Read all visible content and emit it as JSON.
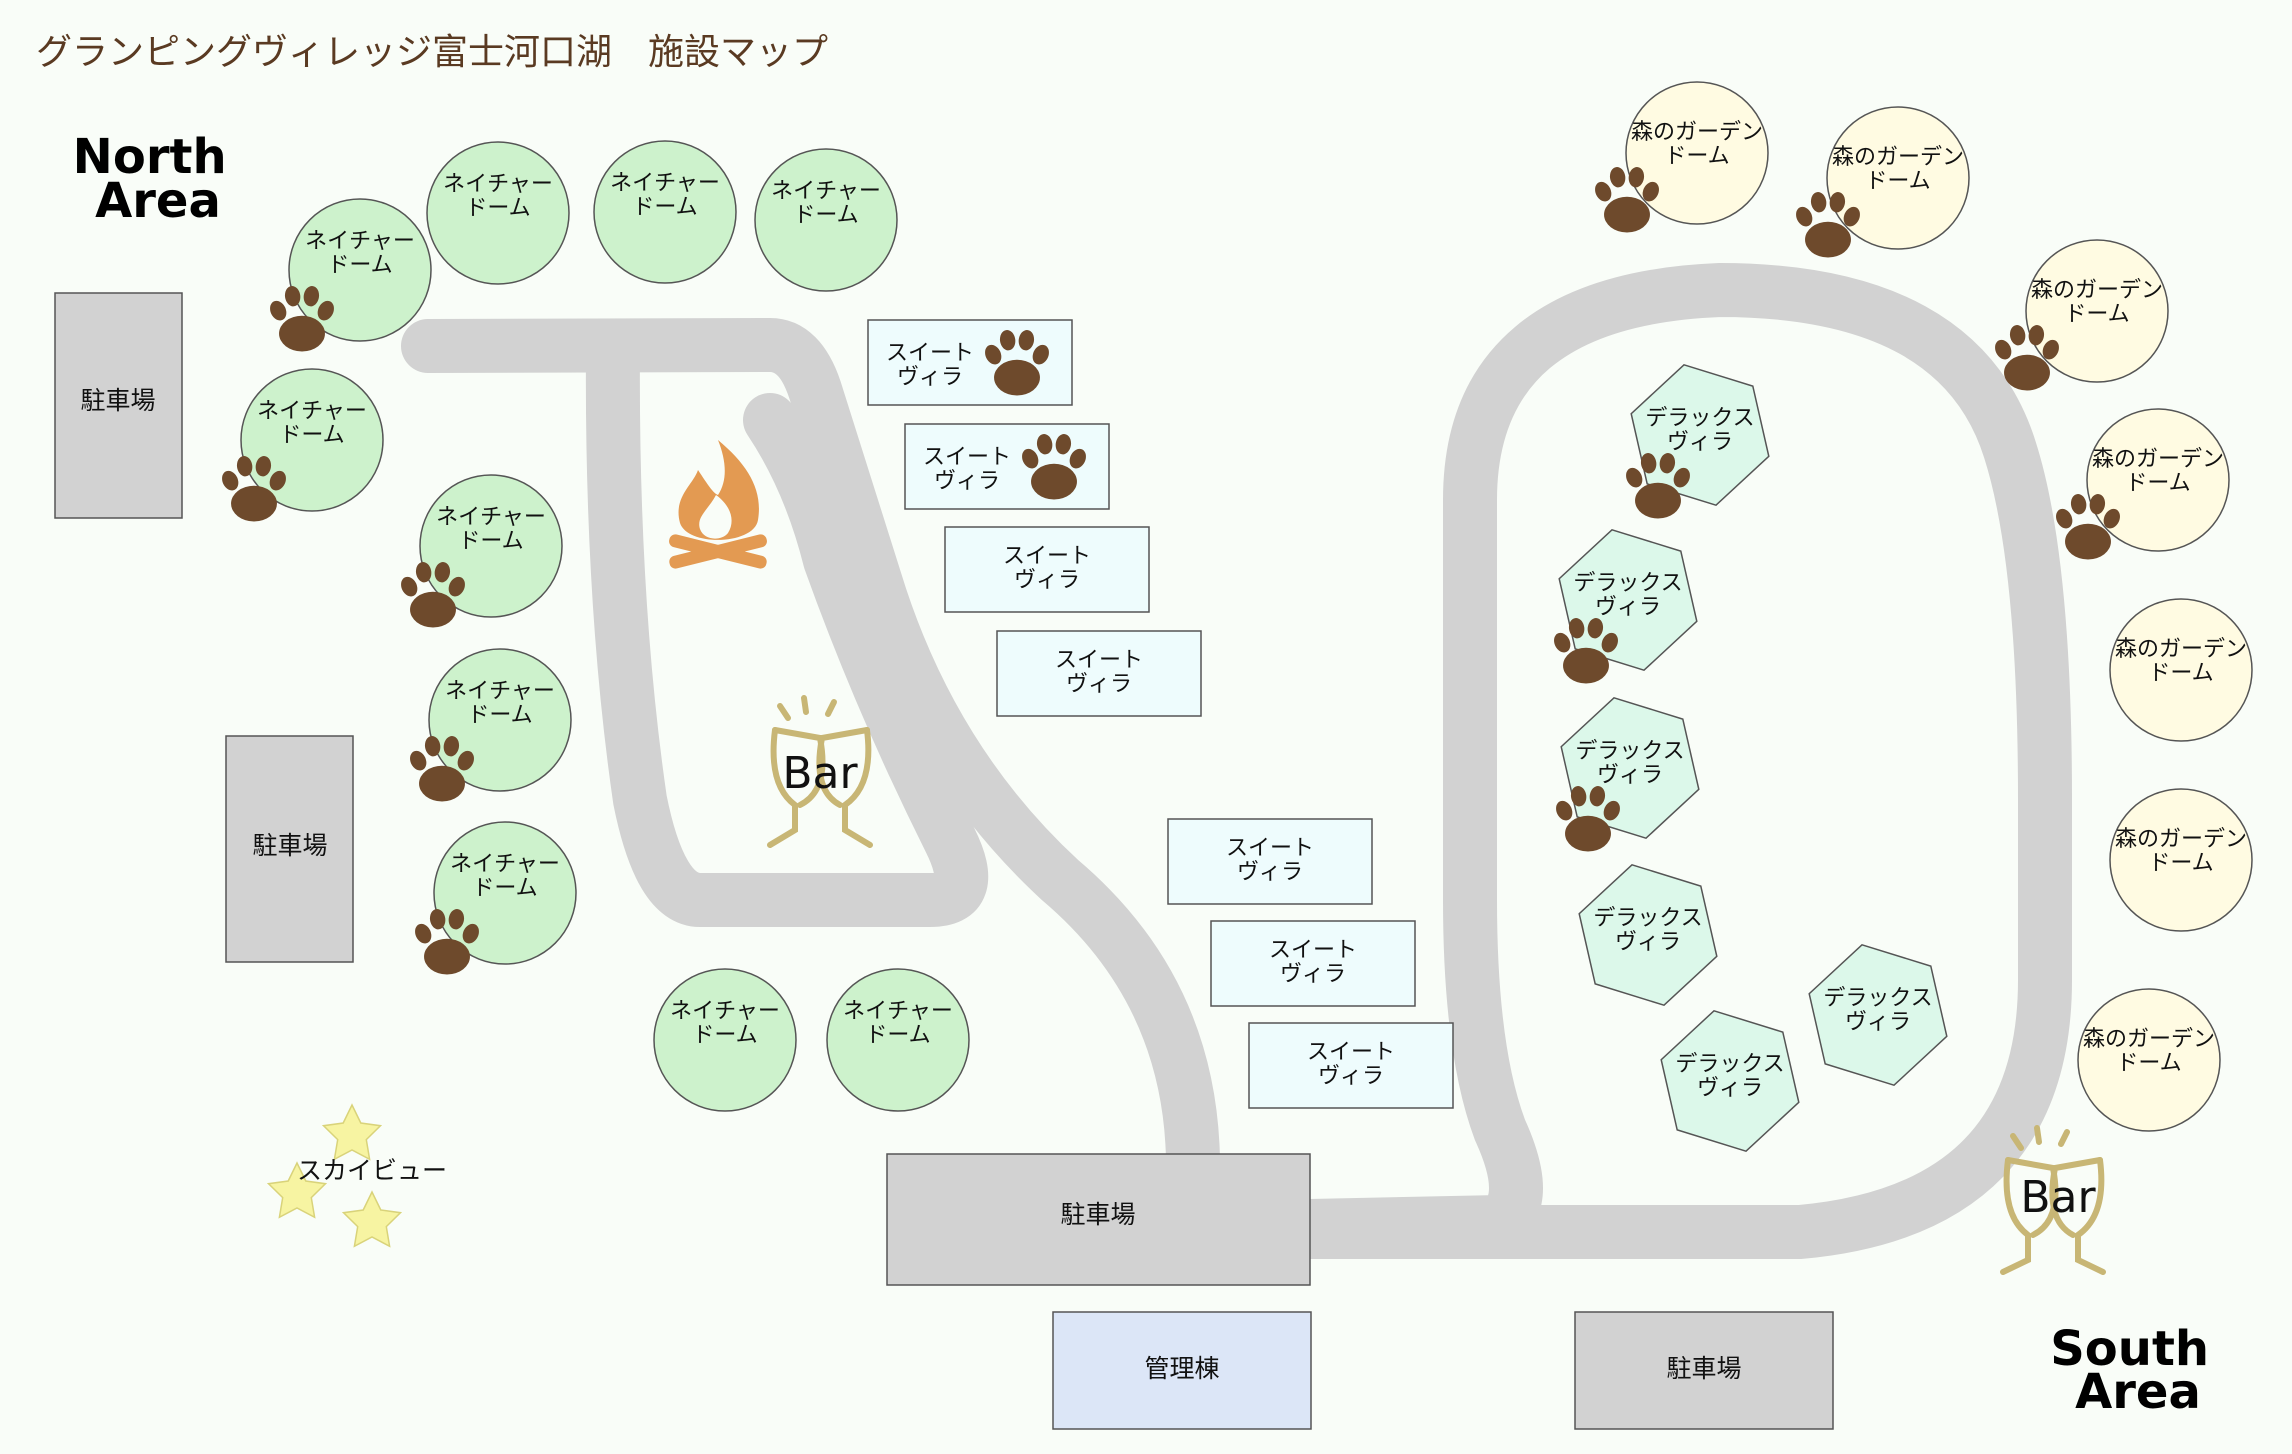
{
  "title": "グランピングヴィレッジ富士河口湖　施設マップ",
  "areas": {
    "north": [
      "North",
      "Area"
    ],
    "south": [
      "South",
      "Area"
    ]
  },
  "parking": [
    "駐車場",
    "駐車場",
    "駐車場",
    "駐車場"
  ],
  "admin": "管理棟",
  "sky_view": "スカイビュー",
  "bar": [
    "Bar",
    "Bar"
  ],
  "nature_dome": [
    "ネイチャー",
    "ドーム"
  ],
  "suite_villa": [
    "スイート",
    "ヴィラ"
  ],
  "deluxe_villa": [
    "デラックス",
    "ヴィラ"
  ],
  "garden_dome": [
    "森のガーデン",
    "ドーム"
  ],
  "pet_friendly": {
    "nature_dome": [
      true,
      true,
      false,
      false,
      false,
      true,
      true,
      true,
      false,
      false
    ],
    "suite_villa": [
      true,
      true,
      false,
      false,
      false,
      false,
      false
    ],
    "deluxe_villa": [
      true,
      true,
      true,
      false,
      false,
      false
    ],
    "garden_dome": [
      true,
      true,
      true,
      true,
      false,
      false,
      false
    ]
  },
  "colors": {
    "background": "#f9fdf8",
    "road": "#d2d2d2",
    "parking": "#d2d2d2",
    "admin": "#dce6f7",
    "nature_dome": "#cdf2cc",
    "suite_villa": "#eefcfd",
    "deluxe_villa": "#dcf8ea",
    "garden_dome": "#fffbe2",
    "paw": "#6e4a2c",
    "campfire": "#e39a52",
    "glasses": "#c8b675",
    "star": "#f7f4a2",
    "title": "#5a3a22"
  },
  "icons": [
    "paw-icon",
    "campfire-icon",
    "wine-glasses-icon",
    "star-icon"
  ]
}
